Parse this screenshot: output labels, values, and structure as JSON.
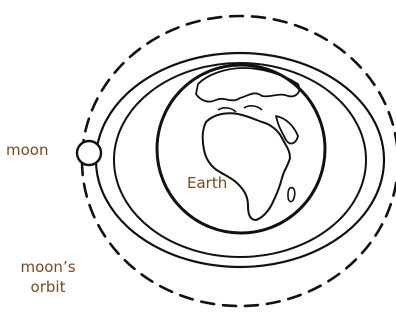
{
  "diagram": {
    "labels": {
      "moon": "moon",
      "earth": "Earth",
      "orbit_line1": "moon’s",
      "orbit_line2": "orbit"
    },
    "colors": {
      "stroke": "#111111",
      "label_text": "#7a4a1e",
      "background": "#ffffff"
    }
  }
}
